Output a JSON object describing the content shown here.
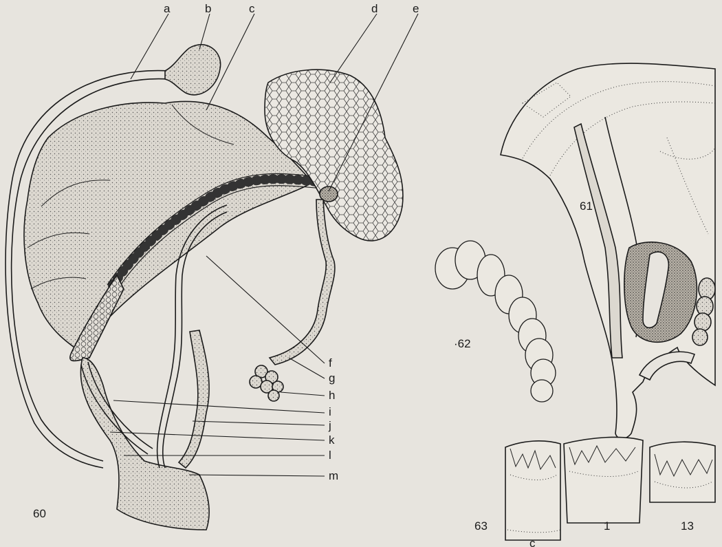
{
  "labels": {
    "a": "a",
    "b": "b",
    "c": "c",
    "d": "d",
    "e": "e",
    "f": "f",
    "g": "g",
    "h": "h",
    "i": "i",
    "j": "j",
    "k": "k",
    "l": "l",
    "m": "m"
  },
  "figures": {
    "fig60": "60",
    "fig61": "61",
    "fig62": "·62",
    "fig63": "63",
    "panel1": "1",
    "panel13": "13",
    "panelc": "c"
  },
  "colors": {
    "paper": "#e7e4de",
    "ink": "#1b1b1b",
    "stipple": "#cfcac1"
  }
}
